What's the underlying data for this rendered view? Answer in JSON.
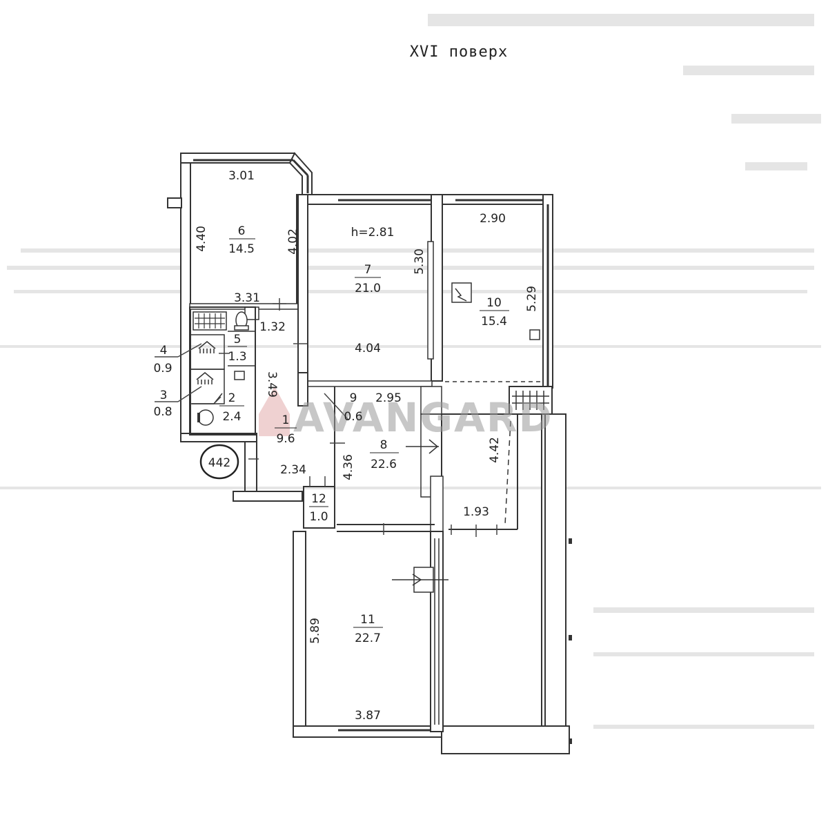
{
  "title": "XVI поверх",
  "apartment_number": "442",
  "watermark": "AVANGARD",
  "ceiling_height": "h=2.81",
  "rooms": [
    {
      "num": "1",
      "area": "9.6"
    },
    {
      "num": "2",
      "area": "2.4"
    },
    {
      "num": "3",
      "area": "0.8"
    },
    {
      "num": "4",
      "area": "0.9"
    },
    {
      "num": "5",
      "area": "1.3"
    },
    {
      "num": "6",
      "area": "14.5"
    },
    {
      "num": "7",
      "area": "21.0"
    },
    {
      "num": "8",
      "area": "22.6"
    },
    {
      "num": "9",
      "area": "0.6"
    },
    {
      "num": "10",
      "area": "15.4"
    },
    {
      "num": "11",
      "area": "22.7"
    },
    {
      "num": "12",
      "area": "1.0"
    }
  ],
  "dimensions": {
    "r6_top": "3.01",
    "r6_left": "4.40",
    "r6_right": "4.02",
    "r6_bottom": "3.31",
    "r7_right": "5.30",
    "r7_bottom": "4.04",
    "r10_top": "2.90",
    "r10_right": "5.29",
    "hall_top": "1.32",
    "hall_side": "3.49",
    "hall_bottom": "2.34",
    "r8_top": "2.95",
    "r8_left": "4.36",
    "balcony_side": "4.42",
    "balcony_bottom": "1.93",
    "r11_left": "5.89",
    "r11_bottom": "3.87"
  }
}
